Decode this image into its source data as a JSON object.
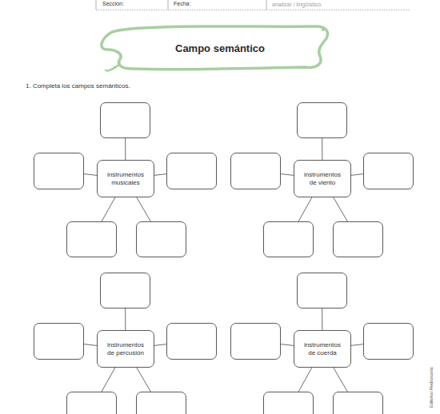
{
  "diagram": {
    "title": "Campo semántico",
    "nodes": [
      {
        "text": []
      },
      {
        "text": []
      },
      {
        "text": [
          "instrumentos musicales"
        ]
      },
      {
        "text": []
      },
      {
        "text": []
      },
      {
        "text": []
      },
      {
        "text": []
      },
      {
        "text": []
      },
      {
        "text": [
          "instrumentos de viento"
        ]
      },
      {
        "text": []
      },
      {
        "text": []
      },
      {
        "text": []
      },
      {
        "text": []
      },
      {
        "text": []
      },
      {
        "text": [
          "instrumentos de percusión"
        ]
      },
      {
        "text": []
      },
      {
        "text": []
      },
      {
        "text": []
      },
      {
        "text": []
      },
      {
        "text": []
      },
      {
        "text": [
          "instrumentos de cuerda"
        ]
      },
      {
        "text": []
      },
      {
        "text": []
      },
      {
        "text": []
      }
    ],
    "edges": [
      {
        "from": 2,
        "to": 0,
        "arrow": "none"
      },
      {
        "from": 2,
        "to": 1,
        "arrow": "none"
      },
      {
        "from": 2,
        "to": 3,
        "arrow": "none"
      },
      {
        "from": 2,
        "to": 4,
        "arrow": "none"
      },
      {
        "from": 2,
        "to": 5,
        "arrow": "none"
      },
      {
        "from": 8,
        "to": 6,
        "arrow": "none"
      },
      {
        "from": 8,
        "to": 7,
        "arrow": "none"
      },
      {
        "from": 8,
        "to": 9,
        "arrow": "none"
      },
      {
        "from": 8,
        "to": 10,
        "arrow": "none"
      },
      {
        "from": 8,
        "to": 11,
        "arrow": "none"
      },
      {
        "from": 14,
        "to": 12,
        "arrow": "none"
      },
      {
        "from": 14,
        "to": 13,
        "arrow": "none"
      },
      {
        "from": 14,
        "to": 15,
        "arrow": "none"
      },
      {
        "from": 14,
        "to": 16,
        "arrow": "none"
      },
      {
        "from": 14,
        "to": 17,
        "arrow": "none"
      },
      {
        "from": 20,
        "to": 18,
        "arrow": "none"
      },
      {
        "from": 20,
        "to": 19,
        "arrow": "none"
      },
      {
        "from": 20,
        "to": 21,
        "arrow": "none"
      },
      {
        "from": 20,
        "to": 22,
        "arrow": "none"
      },
      {
        "from": 20,
        "to": 23,
        "arrow": "none"
      }
    ],
    "labels": [
      "Sección:",
      "Fecha:",
      "analizar / lingüístico",
      "1. Completa los  campos semánticos.",
      "Editorial Piedrasanta"
    ]
  }
}
